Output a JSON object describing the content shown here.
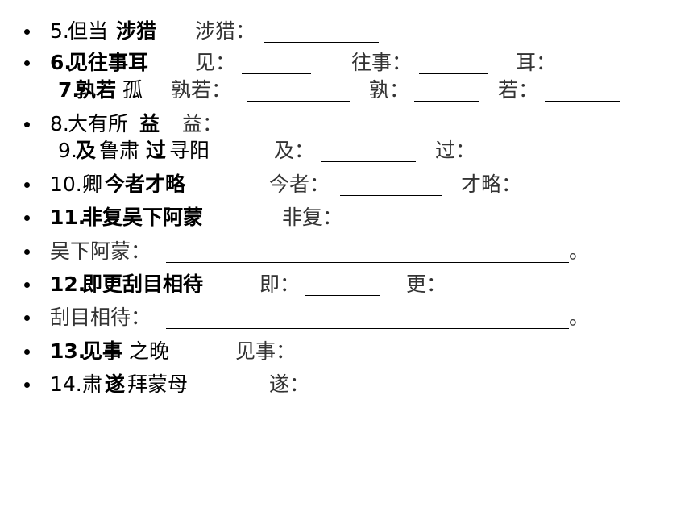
{
  "items": {
    "i5": {
      "num": "5.",
      "a": "但当",
      "b": "涉猎",
      "label": "涉猎："
    },
    "i6": {
      "num": "6.",
      "b": "见往事耳",
      "l1": "见：",
      "l2": "往事：",
      "l3": "耳："
    },
    "i7": {
      "num": "7.",
      "b": "孰若",
      "a": "孤",
      "l1": "孰若：",
      "l2": "孰：",
      "l3": "若："
    },
    "i8": {
      "num": "8.",
      "a": "大有所",
      "b": "益",
      "l1": "益："
    },
    "i9": {
      "num": "9.",
      "b1": "及",
      "a1": "鲁肃",
      "b2": "过",
      "a2": "寻阳",
      "l1": "及：",
      "l2": "过："
    },
    "i10": {
      "num": "10.",
      "a": "卿",
      "b": "今者才略",
      "l1": "今者：",
      "l2": "才略："
    },
    "i11": {
      "num": "11.",
      "b": "非复吴下阿蒙",
      "l1": "非复："
    },
    "wx": {
      "label": "吴下阿蒙：",
      "end": "。"
    },
    "i12": {
      "num": "12.",
      "b": "即更刮目相待",
      "l1": "即：",
      "l2": "更："
    },
    "gm": {
      "label": "刮目相待：",
      "end": "。"
    },
    "i13": {
      "num": "13.",
      "b": "见事",
      "a": "之晚",
      "l1": "见事："
    },
    "i14": {
      "num": "14.",
      "a1": "肃",
      "b": "遂",
      "a2": "拜蒙母",
      "l1": "遂："
    }
  }
}
